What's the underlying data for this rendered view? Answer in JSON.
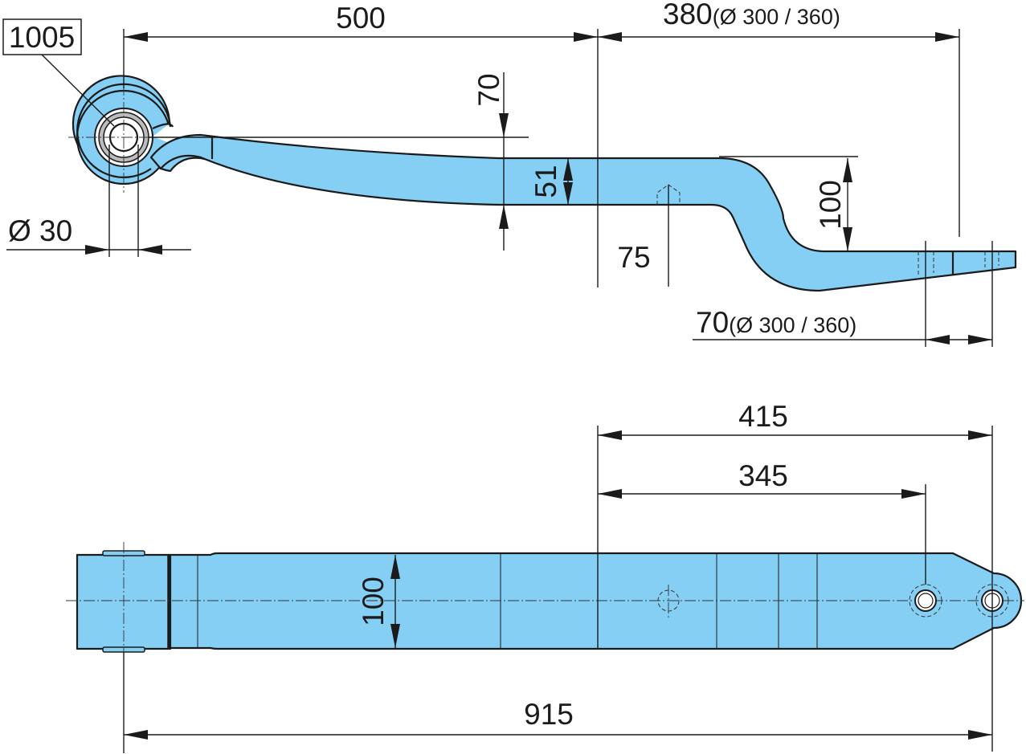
{
  "part_number": "1005",
  "side_view": {
    "length_to_center": "500",
    "rear_length": "380",
    "rear_length_note": "(Ø 300 / 360)",
    "thickness": "51",
    "eye_offset": "70",
    "drop": "100",
    "bolt_offset": "75",
    "eye_diameter": "Ø 30",
    "end_length": "70",
    "end_length_note": "(Ø 300 / 360)"
  },
  "top_view": {
    "hole_distance_outer": "415",
    "hole_distance_inner": "345",
    "width": "100",
    "total_length": "915"
  },
  "colors": {
    "part_fill": "#84cff3",
    "outline": "#1b1b1b",
    "background": "#ffffff"
  }
}
